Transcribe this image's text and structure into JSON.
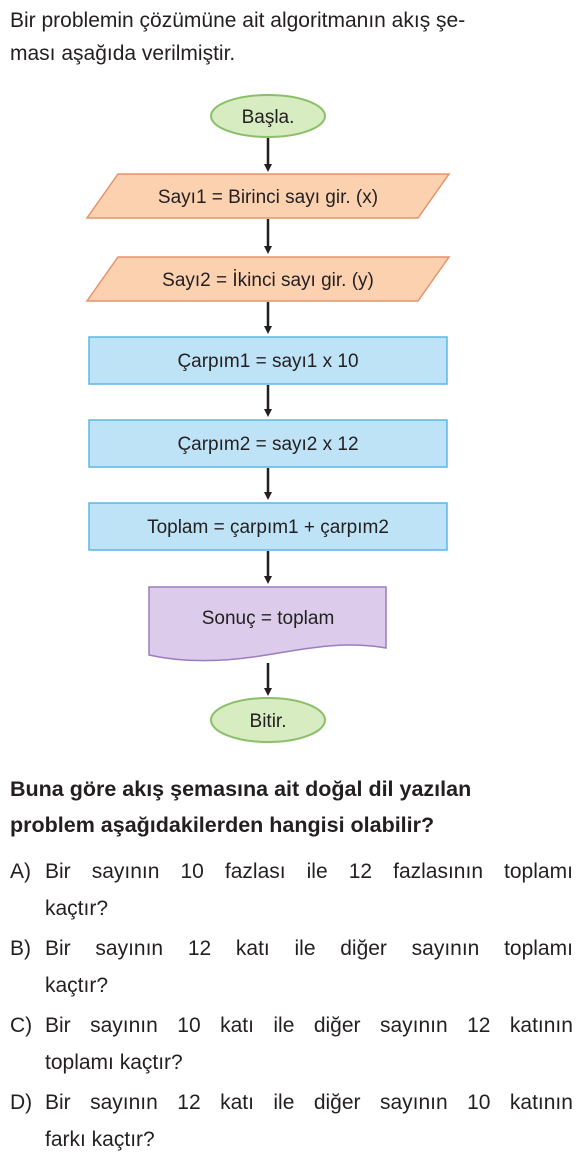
{
  "intro": {
    "line1": "Bir problemin çözümüne ait algoritmanın akış şe-",
    "line2": "ması aşağıda verilmiştir."
  },
  "flowchart": {
    "start": "Başla.",
    "input1": "Sayı1 = Birinci sayı gir. (x)",
    "input2": "Sayı2 = İkinci sayı gir. (y)",
    "process1": "Çarpım1 = sayı1 x 10",
    "process2": "Çarpım2 = sayı2 x 12",
    "process3": "Toplam = çarpım1 + çarpım2",
    "output": "Sonuç = toplam",
    "end": "Bitir.",
    "colors": {
      "terminal": "#d7ecc1",
      "terminal_border": "#8cbf6a",
      "input": "#fcd1b0",
      "input_border": "#e5936a",
      "process": "#bfe3f6",
      "process_border": "#5bb6e3",
      "output": "#dccbea",
      "output_border": "#9b7cc0"
    }
  },
  "question": {
    "line1": "Buna göre akış şemasına ait doğal dil yazılan",
    "line2": "problem aşağıdakilerden hangisi olabilir?"
  },
  "options": [
    {
      "letter": "A)",
      "words": [
        "Bir",
        "sayının",
        "10",
        "fazlası",
        "ile",
        "12",
        "fazlasının",
        "toplamı"
      ],
      "cont": "kaçtır?"
    },
    {
      "letter": "B)",
      "words": [
        "Bir",
        "sayının",
        "12",
        "katı",
        "ile",
        "diğer",
        "sayının",
        "toplamı"
      ],
      "cont": "kaçtır?"
    },
    {
      "letter": "C)",
      "words": [
        "Bir",
        "sayının",
        "10",
        "katı",
        "ile",
        "diğer",
        "sayının",
        "12",
        "katının"
      ],
      "cont": "toplamı kaçtır?"
    },
    {
      "letter": "D)",
      "words": [
        "Bir",
        "sayının",
        "12",
        "katı",
        "ile",
        "diğer",
        "sayının",
        "10",
        "katının"
      ],
      "cont": "farkı kaçtır?"
    }
  ]
}
